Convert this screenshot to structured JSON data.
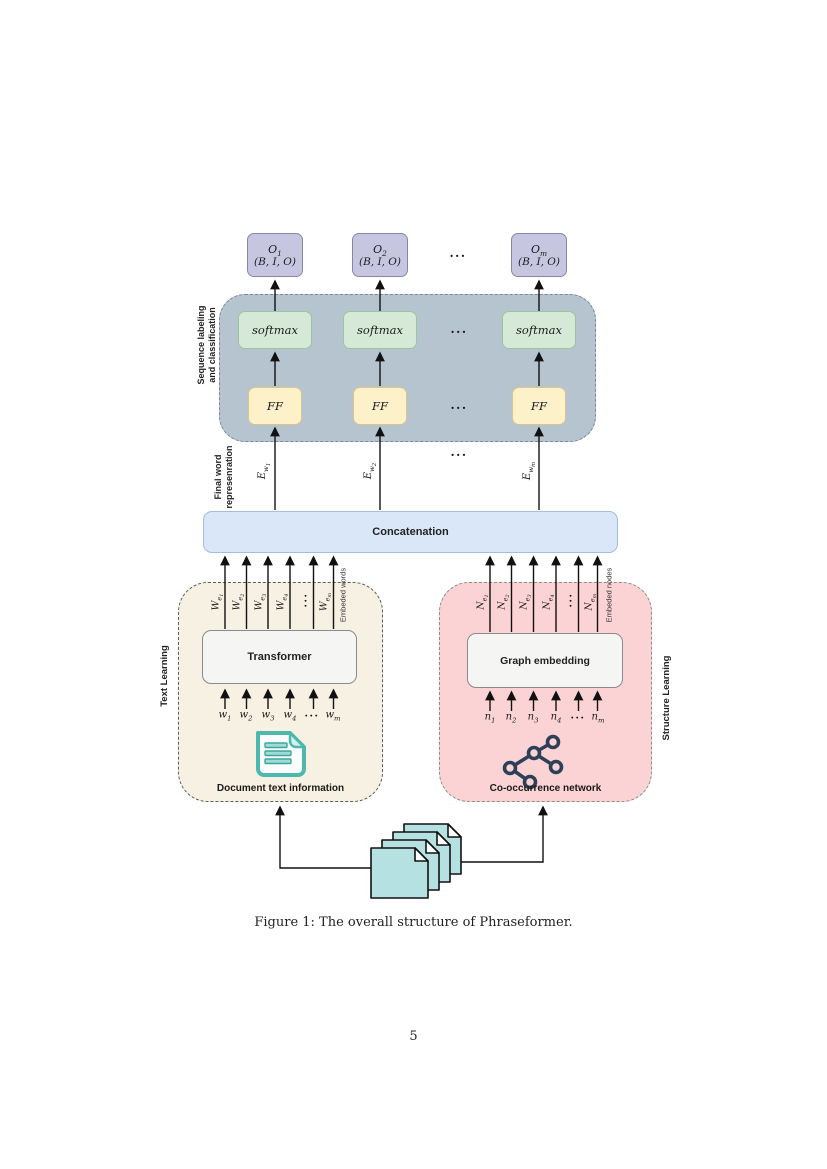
{
  "caption": "Figure 1: The overall structure of Phraseformer.",
  "page_number": "5",
  "dots": "...",
  "output_boxes": [
    {
      "base": "O",
      "sub": "1",
      "tags": "(B, I, O)"
    },
    {
      "base": "O",
      "sub": "2",
      "tags": "(B, I, O)"
    },
    {
      "base": "O",
      "sub": "m",
      "tags": "(B, I, O)"
    }
  ],
  "sequence_block": {
    "label_line1": "Sequence labeling",
    "label_line2": "and classification",
    "softmax": "softmax",
    "ff": "FF"
  },
  "final_word": {
    "label_line1": "Final word",
    "label_line2": "represenration",
    "embeddings": [
      {
        "base": "E",
        "sub": "w",
        "subsub": "1"
      },
      {
        "base": "E",
        "sub": "w",
        "subsub": "2"
      },
      {
        "base": "E",
        "sub": "w",
        "subsub": "m"
      }
    ]
  },
  "concatenation_label": "Concatenation",
  "text_learning": {
    "panel_label": "Text Learning",
    "embedded_label": "Embeded words",
    "box_label": "Transformer",
    "caption": "Document text information",
    "word_embeddings": [
      {
        "base": "W",
        "sub": "e",
        "subsub": "1"
      },
      {
        "base": "W",
        "sub": "e",
        "subsub": "2"
      },
      {
        "base": "W",
        "sub": "e",
        "subsub": "3"
      },
      {
        "base": "W",
        "sub": "e",
        "subsub": "4"
      },
      {
        "base": "W",
        "sub": "e",
        "subsub": "m"
      }
    ],
    "words": [
      {
        "base": "w",
        "sub": "1"
      },
      {
        "base": "w",
        "sub": "2"
      },
      {
        "base": "w",
        "sub": "3"
      },
      {
        "base": "w",
        "sub": "4"
      },
      {
        "base": "w",
        "sub": "m"
      }
    ]
  },
  "structure_learning": {
    "panel_label": "Structure Learning",
    "embedded_label": "Embeded nodes",
    "box_label": "Graph embedding",
    "caption": "Co-occurrence network",
    "node_embeddings": [
      {
        "base": "N",
        "sub": "e",
        "subsub": "1"
      },
      {
        "base": "N",
        "sub": "e",
        "subsub": "2"
      },
      {
        "base": "N",
        "sub": "e",
        "subsub": "3"
      },
      {
        "base": "N",
        "sub": "e",
        "subsub": "4"
      },
      {
        "base": "N",
        "sub": "e",
        "subsub": "m"
      }
    ],
    "nodes": [
      {
        "base": "n",
        "sub": "1"
      },
      {
        "base": "n",
        "sub": "2"
      },
      {
        "base": "n",
        "sub": "3"
      },
      {
        "base": "n",
        "sub": "4"
      },
      {
        "base": "n",
        "sub": "m"
      }
    ]
  },
  "colors": {
    "output_box": "#c7c6e1",
    "softmax_box": "#d6e9d6",
    "ff_box": "#fdf1ca",
    "sequence_container": "#b6c4d0",
    "concatenation_bar": "#dae7f8",
    "text_panel": "#f6f1e2",
    "structure_panel": "#fcd3d4",
    "document_icon_teal": "#4cb8ae",
    "network_icon_navy": "#2e4058",
    "doc_stack_cyan": "#b5e1e3"
  }
}
